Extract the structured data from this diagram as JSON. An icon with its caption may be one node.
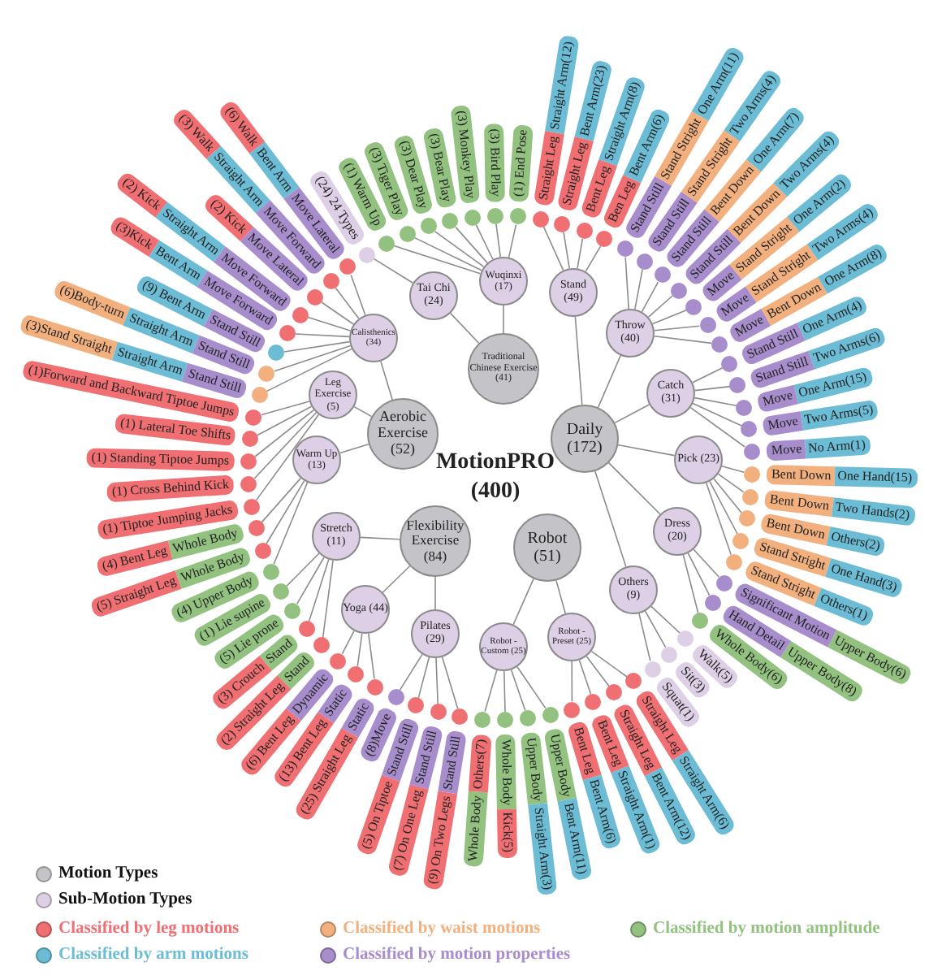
{
  "diagram": {
    "nodes": [
      {
        "text": [
          "Traditional Chinese Exercise (41)"
        ]
      },
      {
        "text": [
          "Aerobic Exercise (52)"
        ]
      },
      {
        "text": [
          "Flexibility Exercise (84)"
        ]
      },
      {
        "text": [
          "Robot (51)"
        ]
      },
      {
        "text": [
          "Daily (172)"
        ]
      },
      {
        "text": [
          "Tai Chi (24)"
        ]
      },
      {
        "text": [
          "Wuqinxi (17)"
        ]
      },
      {
        "text": [
          "Calisthenics (34)"
        ]
      },
      {
        "text": [
          "Leg Exercise (5)"
        ]
      },
      {
        "text": [
          "Warm Up (13)"
        ]
      },
      {
        "text": [
          "Stretch (11)"
        ]
      },
      {
        "text": [
          "Yoga (44)"
        ]
      },
      {
        "text": [
          "Pilates (29)"
        ]
      },
      {
        "text": [
          "Robot -Custom (25)"
        ]
      },
      {
        "text": [
          "Robot -Preset (25)"
        ]
      },
      {
        "text": [
          "Stand (49)"
        ]
      },
      {
        "text": [
          "Throw (40)"
        ]
      },
      {
        "text": [
          "Catch (31)"
        ]
      },
      {
        "text": [
          "Pick (23)"
        ]
      },
      {
        "text": [
          "Dress (20)"
        ]
      },
      {
        "text": [
          "Others (9)"
        ]
      },
      {
        "text": [],
        "shape": "circle",
        "beside": [
          "(24) 24 Types"
        ]
      },
      {
        "text": [],
        "shape": "circle",
        "beside": [
          "(1) Warm Up"
        ]
      },
      {
        "text": [],
        "shape": "circle",
        "beside": [
          "(3) Tiger Play"
        ]
      },
      {
        "text": [],
        "shape": "circle",
        "beside": [
          "(3) Dear Play"
        ]
      },
      {
        "text": [],
        "shape": "circle",
        "beside": [
          "(3) Bear Play"
        ]
      },
      {
        "text": [],
        "shape": "circle",
        "beside": [
          "(3) Monkey Play"
        ]
      },
      {
        "text": [],
        "shape": "circle",
        "beside": [
          "(3) Bird Play"
        ]
      },
      {
        "text": [],
        "shape": "circle",
        "beside": [
          "(1) End Pose"
        ]
      },
      {
        "text": [],
        "shape": "circle",
        "beside": [
          "Straight Leg",
          "Straight Arm(12)"
        ]
      },
      {
        "text": [],
        "shape": "circle",
        "beside": [
          "Straight Leg",
          "Bent Arm(23)"
        ]
      },
      {
        "text": [],
        "shape": "circle",
        "beside": [
          "Bent Leg",
          "Straight Arm(8)"
        ]
      },
      {
        "text": [],
        "shape": "circle",
        "beside": [
          "Ben Leg",
          "Bent Arm(6)"
        ]
      },
      {
        "text": [],
        "shape": "circle",
        "beside": [
          "Stand Still",
          "Stand Stright",
          "One Arm(11)"
        ]
      },
      {
        "text": [],
        "shape": "circle",
        "beside": [
          "Stand Still",
          "Stand Stright",
          "Two Arms(4)"
        ]
      },
      {
        "text": [],
        "shape": "circle",
        "beside": [
          "Stand Still",
          "Bent Down",
          "One Arm(7)"
        ]
      },
      {
        "text": [],
        "shape": "circle",
        "beside": [
          "Stand Still",
          "Bent Down",
          "Two Arms(4)"
        ]
      },
      {
        "text": [],
        "shape": "circle",
        "beside": [
          "Move",
          "Stand Stright",
          "One Arm(2)"
        ]
      },
      {
        "text": [],
        "shape": "circle",
        "beside": [
          "Move",
          "Stand Stright",
          "Two Arms(4)"
        ]
      },
      {
        "text": [],
        "shape": "circle",
        "beside": [
          "Move",
          "Bent Down",
          "One Arm(8)"
        ]
      },
      {
        "text": [],
        "shape": "circle",
        "beside": [
          "Stand Still",
          "One Arm(4)"
        ]
      },
      {
        "text": [],
        "shape": "circle",
        "beside": [
          "Stand Still",
          "Two Arms(6)"
        ]
      },
      {
        "text": [],
        "shape": "circle",
        "beside": [
          "Move",
          "One Arm(15)"
        ]
      },
      {
        "text": [],
        "shape": "circle",
        "beside": [
          "Move",
          "Two Arms(5)"
        ]
      },
      {
        "text": [],
        "shape": "circle",
        "beside": [
          "Move",
          "No Arm(1)"
        ]
      },
      {
        "text": [],
        "shape": "circle",
        "beside": [
          "Bent Down",
          "One Hand(15)"
        ]
      },
      {
        "text": [],
        "shape": "circle",
        "beside": [
          "Bent Down",
          "Two Hands(2)"
        ]
      },
      {
        "text": [],
        "shape": "circle",
        "beside": [
          "Bent Down",
          "Others(2)"
        ]
      },
      {
        "text": [],
        "shape": "circle",
        "beside": [
          "Stand Stright",
          "One Hand(3)"
        ]
      },
      {
        "text": [],
        "shape": "circle",
        "beside": [
          "Stand Stright",
          "Others(1)"
        ]
      },
      {
        "text": [],
        "shape": "circle",
        "beside": [
          "Significant Motion",
          "Upper Body(6)"
        ]
      },
      {
        "text": [],
        "shape": "circle",
        "beside": [
          "Hand Detail",
          "Upper Body(8)"
        ]
      },
      {
        "text": [],
        "shape": "circle",
        "beside": [
          "Whole Body(6)"
        ]
      },
      {
        "text": [],
        "shape": "circle",
        "beside": [
          "Walk(5)"
        ]
      },
      {
        "text": [],
        "shape": "circle",
        "beside": [
          "Sit(3)"
        ]
      },
      {
        "text": [],
        "shape": "circle",
        "beside": [
          "Squat(1)"
        ]
      },
      {
        "text": [],
        "shape": "circle",
        "beside": [
          "Straight Leg",
          "Straight Arm(6)"
        ]
      },
      {
        "text": [],
        "shape": "circle",
        "beside": [
          "Straight Leg",
          "Bent Arm(12)"
        ]
      },
      {
        "text": [],
        "shape": "circle",
        "beside": [
          "Bent Leg",
          "Straight Arm(1)"
        ]
      },
      {
        "text": [],
        "shape": "circle",
        "beside": [
          "Bent Leg",
          "Bent Arm(6)"
        ]
      },
      {
        "text": [],
        "shape": "circle",
        "beside": [
          "Upper Body",
          "Bent Arm(11)"
        ]
      },
      {
        "text": [],
        "shape": "circle",
        "beside": [
          "Upper Body",
          "Straight Arm(3)"
        ]
      },
      {
        "text": [],
        "shape": "circle",
        "beside": [
          "Whole Body",
          "Kick(5)"
        ]
      },
      {
        "text": [],
        "shape": "circle",
        "beside": [
          "Whole Body",
          "Others(7)"
        ]
      },
      {
        "text": [],
        "shape": "circle",
        "beside": [
          "(9) On Two Legs",
          "Stand Still"
        ]
      },
      {
        "text": [],
        "shape": "circle",
        "beside": [
          "(7) On One Leg",
          "Stand Still"
        ]
      },
      {
        "text": [],
        "shape": "circle",
        "beside": [
          "(5) On Tiptoe",
          "Stand Still"
        ]
      },
      {
        "text": [],
        "shape": "circle",
        "beside": [
          "(8)Move"
        ]
      },
      {
        "text": [],
        "shape": "circle",
        "beside": [
          "(25) Straight Leg",
          "Static"
        ]
      },
      {
        "text": [],
        "shape": "circle",
        "beside": [
          "(13) Bent Leg",
          "Static"
        ]
      },
      {
        "text": [],
        "shape": "circle",
        "beside": [
          "(6) Bent Leg",
          "Dynamic"
        ]
      },
      {
        "text": [],
        "shape": "circle",
        "beside": [
          "(2) Straight Leg",
          "Stand"
        ]
      },
      {
        "text": [],
        "shape": "circle",
        "beside": [
          "(3) Crouch",
          "Stand"
        ]
      },
      {
        "text": [],
        "shape": "circle",
        "beside": [
          "(5) Lie prone"
        ]
      },
      {
        "text": [],
        "shape": "circle",
        "beside": [
          "(1) Lie supine"
        ]
      },
      {
        "text": [],
        "shape": "circle",
        "beside": [
          "(4) Upper Body"
        ]
      },
      {
        "text": [],
        "shape": "circle",
        "beside": [
          "(5) Straight Leg",
          "Whole Body"
        ]
      },
      {
        "text": [],
        "shape": "circle",
        "beside": [
          "(4) Bent Leg",
          "Whole Body"
        ]
      },
      {
        "text": [],
        "shape": "circle",
        "beside": [
          "(1) Tiptoe Jumping Jacks"
        ]
      },
      {
        "text": [],
        "shape": "circle",
        "beside": [
          "(1) Cross Behind Kick"
        ]
      },
      {
        "text": [],
        "shape": "circle",
        "beside": [
          "(1) Standing Tiptoe Jumps"
        ]
      },
      {
        "text": [],
        "shape": "circle",
        "beside": [
          "(1) Lateral Toe Shifts"
        ]
      },
      {
        "text": [],
        "shape": "circle",
        "beside": [
          "(1)Forward and Backward Tiptoe Jumps"
        ]
      },
      {
        "text": [],
        "shape": "circle",
        "beside": [
          "(3)Stand Straight",
          "Straight Arm",
          "Stand Still"
        ]
      },
      {
        "text": [],
        "shape": "circle",
        "beside": [
          "(6)Body-turn",
          "Straight Arm",
          "Stand Still"
        ]
      },
      {
        "text": [],
        "shape": "circle",
        "beside": [
          "(9) Bent Arm",
          "Stand Still"
        ]
      },
      {
        "text": [],
        "shape": "circle",
        "beside": [
          "(3)Kick",
          "Bent Arm",
          "Move Forward"
        ]
      },
      {
        "text": [],
        "shape": "circle",
        "beside": [
          "(2) Kick",
          "Straight Arm",
          "Move Forward"
        ]
      },
      {
        "text": [],
        "shape": "circle",
        "beside": [
          "(2) Kick",
          "Move Lateral"
        ]
      },
      {
        "text": [],
        "shape": "circle",
        "beside": [
          "(3) Walk",
          "Straight Arm",
          "Move Forward"
        ]
      },
      {
        "text": [],
        "shape": "circle",
        "beside": [
          "(6) Walk",
          "Bent Arm",
          "Move Lateral"
        ]
      }
    ],
    "edges": [
      {
        "from": 0,
        "to": 5,
        "arrow": "none"
      },
      {
        "from": 0,
        "to": 6,
        "arrow": "none"
      },
      {
        "from": 1,
        "to": 7,
        "arrow": "none"
      },
      {
        "from": 1,
        "to": 8,
        "arrow": "none"
      },
      {
        "from": 1,
        "to": 9,
        "arrow": "none"
      },
      {
        "from": 2,
        "to": 10,
        "arrow": "none"
      },
      {
        "from": 2,
        "to": 11,
        "arrow": "none"
      },
      {
        "from": 2,
        "to": 12,
        "arrow": "none"
      },
      {
        "from": 3,
        "to": 13,
        "arrow": "none"
      },
      {
        "from": 3,
        "to": 14,
        "arrow": "none"
      },
      {
        "from": 4,
        "to": 15,
        "arrow": "none"
      },
      {
        "from": 4,
        "to": 16,
        "arrow": "none"
      },
      {
        "from": 4,
        "to": 17,
        "arrow": "none"
      },
      {
        "from": 4,
        "to": 18,
        "arrow": "none"
      },
      {
        "from": 4,
        "to": 19,
        "arrow": "none"
      },
      {
        "from": 4,
        "to": 20,
        "arrow": "none"
      },
      {
        "from": 5,
        "to": 21,
        "arrow": "none"
      },
      {
        "from": 6,
        "to": 22,
        "arrow": "none"
      },
      {
        "from": 6,
        "to": 23,
        "arrow": "none"
      },
      {
        "from": 6,
        "to": 24,
        "arrow": "none"
      },
      {
        "from": 6,
        "to": 25,
        "arrow": "none"
      },
      {
        "from": 6,
        "to": 26,
        "arrow": "none"
      },
      {
        "from": 6,
        "to": 27,
        "arrow": "none"
      },
      {
        "from": 6,
        "to": 28,
        "arrow": "none"
      },
      {
        "from": 15,
        "to": 29,
        "arrow": "none"
      },
      {
        "from": 15,
        "to": 30,
        "arrow": "none"
      },
      {
        "from": 15,
        "to": 31,
        "arrow": "none"
      },
      {
        "from": 15,
        "to": 32,
        "arrow": "none"
      },
      {
        "from": 16,
        "to": 33,
        "arrow": "none"
      },
      {
        "from": 16,
        "to": 34,
        "arrow": "none"
      },
      {
        "from": 16,
        "to": 35,
        "arrow": "none"
      },
      {
        "from": 16,
        "to": 36,
        "arrow": "none"
      },
      {
        "from": 16,
        "to": 37,
        "arrow": "none"
      },
      {
        "from": 16,
        "to": 38,
        "arrow": "none"
      },
      {
        "from": 16,
        "to": 39,
        "arrow": "none"
      },
      {
        "from": 17,
        "to": 40,
        "arrow": "none"
      },
      {
        "from": 17,
        "to": 41,
        "arrow": "none"
      },
      {
        "from": 17,
        "to": 42,
        "arrow": "none"
      },
      {
        "from": 17,
        "to": 43,
        "arrow": "none"
      },
      {
        "from": 17,
        "to": 44,
        "arrow": "none"
      },
      {
        "from": 18,
        "to": 45,
        "arrow": "none"
      },
      {
        "from": 18,
        "to": 46,
        "arrow": "none"
      },
      {
        "from": 18,
        "to": 47,
        "arrow": "none"
      },
      {
        "from": 18,
        "to": 48,
        "arrow": "none"
      },
      {
        "from": 18,
        "to": 49,
        "arrow": "none"
      },
      {
        "from": 19,
        "to": 50,
        "arrow": "none"
      },
      {
        "from": 19,
        "to": 51,
        "arrow": "none"
      },
      {
        "from": 19,
        "to": 52,
        "arrow": "none"
      },
      {
        "from": 20,
        "to": 53,
        "arrow": "none"
      },
      {
        "from": 20,
        "to": 54,
        "arrow": "none"
      },
      {
        "from": 20,
        "to": 55,
        "arrow": "none"
      },
      {
        "from": 14,
        "to": 56,
        "arrow": "none"
      },
      {
        "from": 14,
        "to": 57,
        "arrow": "none"
      },
      {
        "from": 14,
        "to": 58,
        "arrow": "none"
      },
      {
        "from": 14,
        "to": 59,
        "arrow": "none"
      },
      {
        "from": 13,
        "to": 60,
        "arrow": "none"
      },
      {
        "from": 13,
        "to": 61,
        "arrow": "none"
      },
      {
        "from": 13,
        "to": 62,
        "arrow": "none"
      },
      {
        "from": 13,
        "to": 63,
        "arrow": "none"
      },
      {
        "from": 12,
        "to": 64,
        "arrow": "none"
      },
      {
        "from": 12,
        "to": 65,
        "arrow": "none"
      },
      {
        "from": 12,
        "to": 66,
        "arrow": "none"
      },
      {
        "from": 12,
        "to": 67,
        "arrow": "none"
      },
      {
        "from": 11,
        "to": 68,
        "arrow": "none"
      },
      {
        "from": 11,
        "to": 69,
        "arrow": "none"
      },
      {
        "from": 11,
        "to": 70,
        "arrow": "none"
      },
      {
        "from": 10,
        "to": 71,
        "arrow": "none"
      },
      {
        "from": 10,
        "to": 72,
        "arrow": "none"
      },
      {
        "from": 10,
        "to": 73,
        "arrow": "none"
      },
      {
        "from": 10,
        "to": 74,
        "arrow": "none"
      },
      {
        "from": 9,
        "to": 75,
        "arrow": "none"
      },
      {
        "from": 9,
        "to": 76,
        "arrow": "none"
      },
      {
        "from": 9,
        "to": 77,
        "arrow": "none"
      },
      {
        "from": 8,
        "to": 78,
        "arrow": "none"
      },
      {
        "from": 8,
        "to": 79,
        "arrow": "none"
      },
      {
        "from": 8,
        "to": 80,
        "arrow": "none"
      },
      {
        "from": 8,
        "to": 81,
        "arrow": "none"
      },
      {
        "from": 8,
        "to": 82,
        "arrow": "none"
      },
      {
        "from": 7,
        "to": 83,
        "arrow": "none"
      },
      {
        "from": 7,
        "to": 84,
        "arrow": "none"
      },
      {
        "from": 7,
        "to": 85,
        "arrow": "none"
      },
      {
        "from": 7,
        "to": 86,
        "arrow": "none"
      },
      {
        "from": 7,
        "to": 87,
        "arrow": "none"
      },
      {
        "from": 7,
        "to": 88,
        "arrow": "none"
      },
      {
        "from": 7,
        "to": 89,
        "arrow": "none"
      },
      {
        "from": 7,
        "to": 90,
        "arrow": "none"
      }
    ],
    "labels": [
      "MotionPRO (400)"
    ],
    "legend": [
      {
        "text": "Motion Types",
        "color": "#c4c4c8"
      },
      {
        "text": "Sub-Motion Types",
        "color": "#dccfe6"
      },
      {
        "text": "Classified by leg motions",
        "color": "#ef6f72"
      },
      {
        "text": "Classified by waist motions",
        "color": "#f2b07f"
      },
      {
        "text": "Classified by motion amplitude",
        "color": "#92c180"
      },
      {
        "text": "Classified by arm motions",
        "color": "#6bbcd4"
      },
      {
        "text": "Classified by motion properties",
        "color": "#a78dcc"
      }
    ]
  }
}
